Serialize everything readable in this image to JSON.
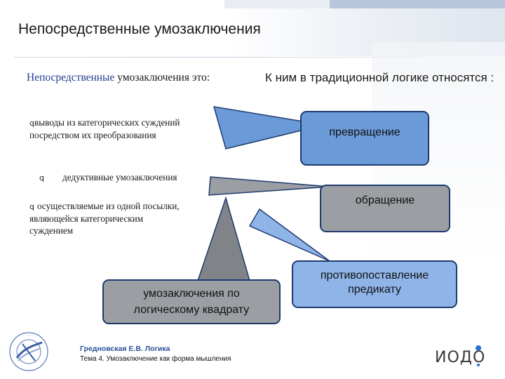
{
  "slide": {
    "title": "Непосредственные умозаключения"
  },
  "left": {
    "heading_highlight": "Непосредственные",
    "heading_rest": " умозаключения это:",
    "bullets": [
      "выводы из категорических суждений посредством их преобразования",
      "дедуктивные умозаключения",
      "осуществляемые из одной посылки, являющейся категорическим суждением"
    ],
    "bullet_marker": "q"
  },
  "right": {
    "heading": "К ним в традиционной логике относятся :"
  },
  "boxes": {
    "transformation": "превращение",
    "conversion": "обращение",
    "contraposition": "противопоставление предикату",
    "square": "умозаключения по логическому квадрату"
  },
  "footer": {
    "author": "Гредновская Е.В. Логика",
    "topic": "Тема 4. Умозаключение как форма мышления",
    "logo_text": "ИОДО"
  },
  "colors": {
    "box_blue": "#6b9ad8",
    "box_gray": "#9b9ea3",
    "box_light": "#8fb4e8",
    "border": "#1f3b6e",
    "accent_text": "#1f3b8f"
  }
}
